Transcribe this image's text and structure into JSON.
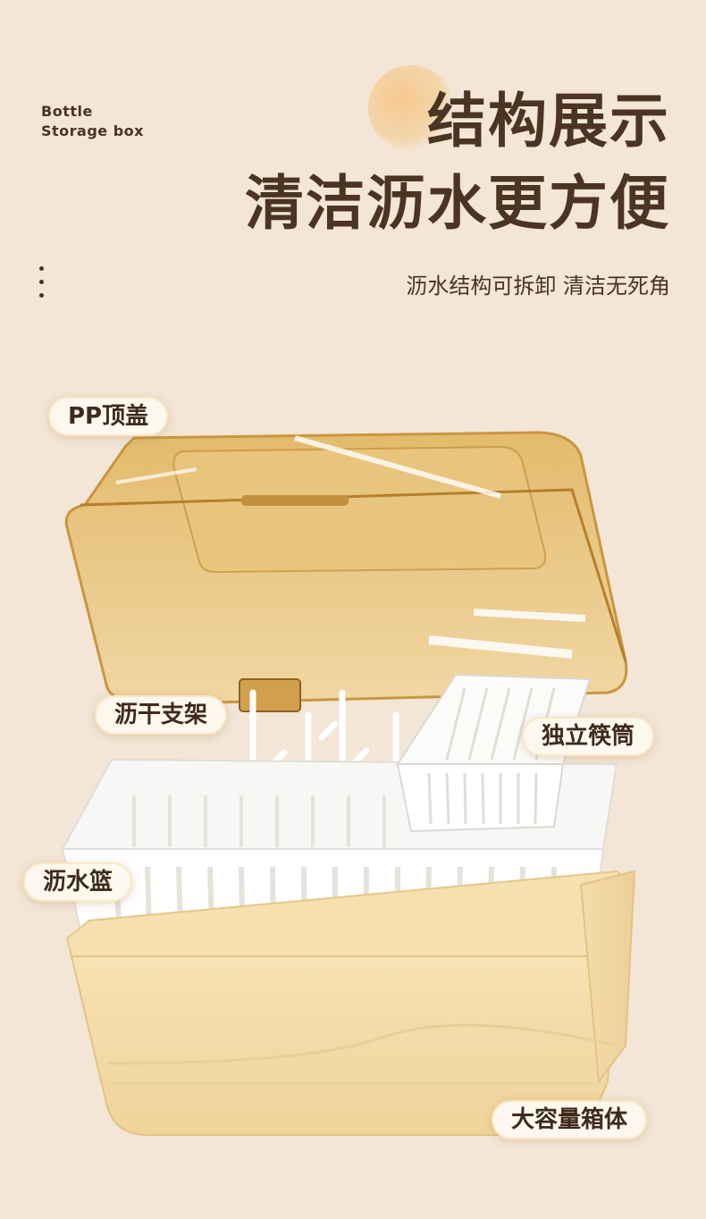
{
  "header": {
    "brand_line1": "Bottle",
    "brand_line2": "Storage box",
    "title_line1": "结构展示",
    "title_line2": "清洁沥水更方便",
    "subtitle": "沥水结构可拆卸 清洁无死角"
  },
  "labels": {
    "lid": "PP顶盖",
    "rack": "沥干支架",
    "chopstick_holder": "独立筷筒",
    "drain_basket": "沥水篮",
    "box_body": "大容量箱体"
  },
  "colors": {
    "background": "#f3e6d6",
    "text": "#4b3422",
    "lid": "#d9ad5e",
    "basket": "#ffffff",
    "box": "#f3dca7"
  }
}
